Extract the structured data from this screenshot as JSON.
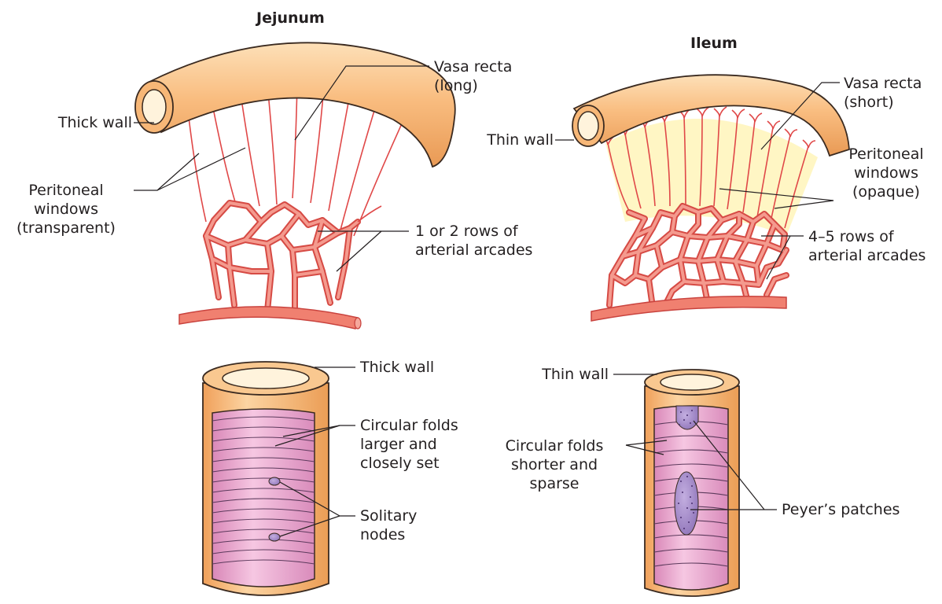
{
  "jejunum": {
    "title": "Jejunum",
    "labels": {
      "thick_wall": "Thick wall",
      "vasa_recta": "Vasa recta\n(long)",
      "peritoneal_windows": "Peritoneal\nwindows\n(transparent)",
      "arcades": "1 or 2 rows of\narterial arcades",
      "thick_wall_2": "Thick wall",
      "circular_folds": "Circular folds\nlarger and\nclosely set",
      "solitary_nodes": "Solitary\nnodes"
    }
  },
  "ileum": {
    "title": "Ileum",
    "labels": {
      "thin_wall": "Thin wall",
      "vasa_recta": "Vasa recta\n(short)",
      "peritoneal_windows": "Peritoneal\nwindows\n(opaque)",
      "arcades": "4–5 rows of\narterial arcades",
      "thin_wall_2": "Thin wall",
      "circular_folds": "Circular folds\nshorter and\nsparse",
      "peyers_patches": "Peyer’s patches"
    }
  },
  "colors": {
    "intestine_wall": "#f7b777",
    "vessel": "#e8695e",
    "mucosa": "#e8a2cc",
    "patch": "#9a7fc0",
    "opaque_window": "#fff6c4"
  }
}
